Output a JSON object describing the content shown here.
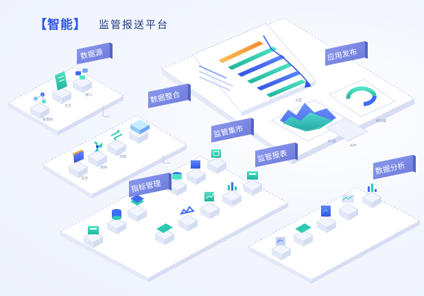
{
  "header": {
    "title_main": "【智能】",
    "title_sub": "监管报送平台"
  },
  "sections": {
    "data_source": "数据源",
    "data_integration": "数据整合",
    "regulatory_market": "监管集市",
    "regulatory_reports": "监管报表",
    "indicator_mgmt": "指标管理",
    "app_release": "应用发布",
    "data_analysis": "数据分析"
  },
  "small_labels": {
    "s1": "数据库",
    "s2": "文件",
    "s3": "接口",
    "i1": "清洗",
    "i2": "转换",
    "i3": "加载",
    "pc": "PC端",
    "mob": "移动端",
    "big": "大屏",
    "app": "APP"
  },
  "colors": {
    "accent": "#2d55e6",
    "label_bg": "#7a88e0",
    "teal": "#2ec9b4",
    "blue": "#3d6df2",
    "orange": "#f3a43a"
  }
}
